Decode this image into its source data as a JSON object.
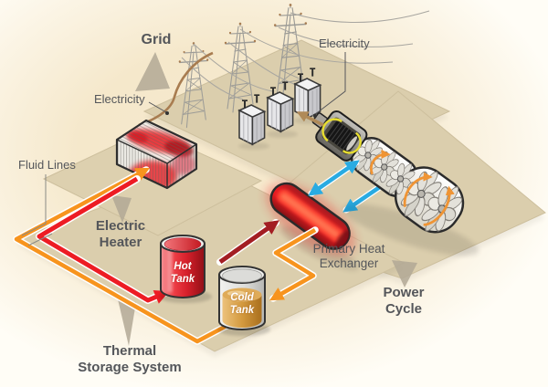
{
  "diagram": {
    "labels": {
      "grid": "Grid",
      "electricity_grid": "Electricity",
      "electricity_generator": "Electricity",
      "fluid_lines": "Fluid Lines",
      "electric_heater": "Electric\nHeater",
      "hot_tank": "Hot\nTank",
      "cold_tank": "Cold\nTank",
      "primary_heat_exchanger": "Primary Heat\nExchanger",
      "power_cycle": "Power\nCycle",
      "thermal_storage_system": "Thermal\nStorage System"
    },
    "colors": {
      "hot_fluid_line": "#ed1c24",
      "hot_storage_line": "#a31e23",
      "cold_fluid_line": "#f7941e",
      "working_fluid_line": "#29abe2",
      "electricity_wire": "#a87c50",
      "label_text": "#54565a",
      "platform": "#dbcead",
      "background_glow": "#f6e9cd"
    },
    "components": [
      "transmission-towers",
      "power-wires",
      "transformers",
      "electric-heater",
      "hot-tank",
      "cold-tank",
      "primary-heat-exchanger",
      "turbine",
      "generator",
      "grid-platform",
      "power-cycle-platform",
      "thermal-storage-platform",
      "heater-platform"
    ]
  }
}
